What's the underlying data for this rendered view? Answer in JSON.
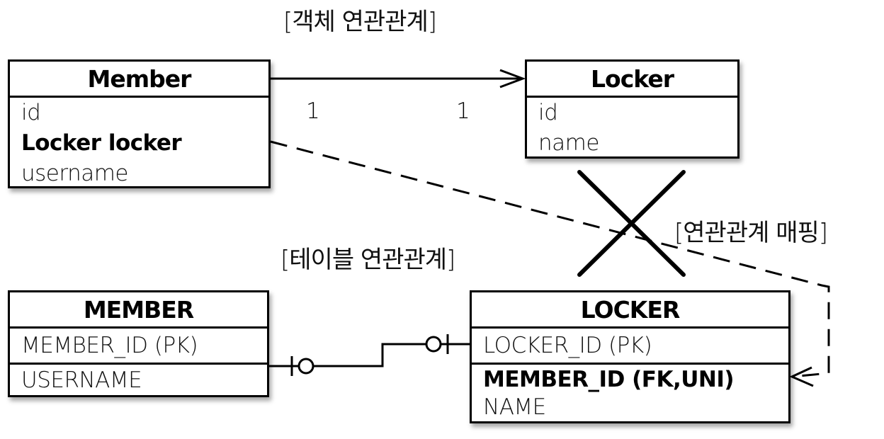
{
  "captions": {
    "object_relation": "[객체 연관관계]",
    "table_relation": "[테이블 연관관계]",
    "mapping": "[연관관계 매핑]"
  },
  "object_model": {
    "member": {
      "name": "Member",
      "fields": [
        {
          "label": "id",
          "bold": false
        },
        {
          "label": "Locker locker",
          "bold": true
        },
        {
          "label": "username",
          "bold": false
        }
      ]
    },
    "locker": {
      "name": "Locker",
      "fields": [
        {
          "label": "id",
          "bold": false
        },
        {
          "label": "name",
          "bold": false
        }
      ]
    },
    "association": {
      "type": "unidirectional",
      "source_multiplicity": "1",
      "target_multiplicity": "1"
    }
  },
  "table_model": {
    "member": {
      "name": "MEMBER",
      "pk": "MEMBER_ID (PK)",
      "columns": [
        "USERNAME"
      ]
    },
    "locker": {
      "name": "LOCKER",
      "pk": "LOCKER_ID (PK)",
      "columns": [
        {
          "label": "MEMBER_ID (FK,UNI)",
          "bold": true
        },
        {
          "label": "NAME",
          "bold": false
        }
      ]
    },
    "relationship": {
      "notation": "crow-foot",
      "member_end": "zero-or-one",
      "locker_end": "zero-or-one"
    }
  },
  "mapping": {
    "from": "Member.locker",
    "to": "LOCKER.MEMBER_ID (FK,UNI)",
    "rejected_mapping": "Locker (object) has no reference to table"
  }
}
